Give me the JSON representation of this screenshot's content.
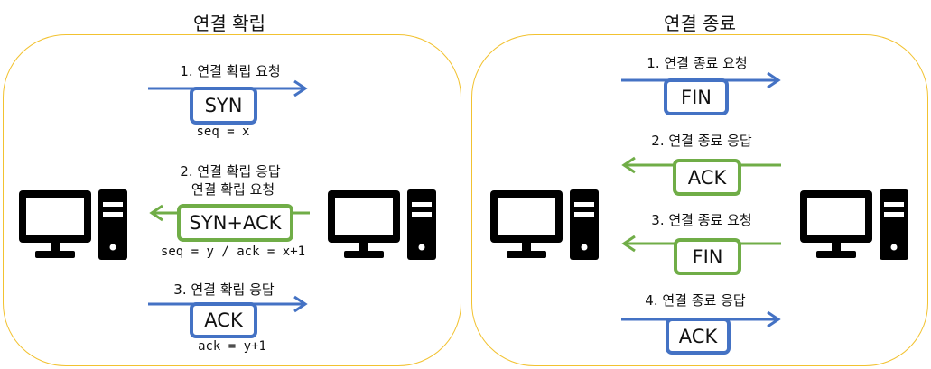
{
  "left": {
    "title": "연결 확립",
    "steps": [
      {
        "label": "1. 연결 확립 요청",
        "packet": "SYN",
        "note": "seq = x"
      },
      {
        "label_line1": "2. 연결 확립 응답",
        "label_line2": "연결 확립 요청",
        "packet": "SYN+ACK",
        "note": "seq = y / ack = x+1"
      },
      {
        "label": "3. 연결 확립 응답",
        "packet": "ACK",
        "note": "ack = y+1"
      }
    ]
  },
  "right": {
    "title": "연결 종료",
    "steps": [
      {
        "label": "1. 연결 종료 요청",
        "packet": "FIN"
      },
      {
        "label": "2. 연결 종료 응답",
        "packet": "ACK"
      },
      {
        "label": "3. 연결 종료 요청",
        "packet": "FIN"
      },
      {
        "label": "4. 연결 종료 응답",
        "packet": "ACK"
      }
    ]
  },
  "colors": {
    "request": "#4472c4",
    "response": "#70ad47",
    "panel_border": "#f2c230"
  },
  "icons": [
    "desktop-computer-icon"
  ]
}
